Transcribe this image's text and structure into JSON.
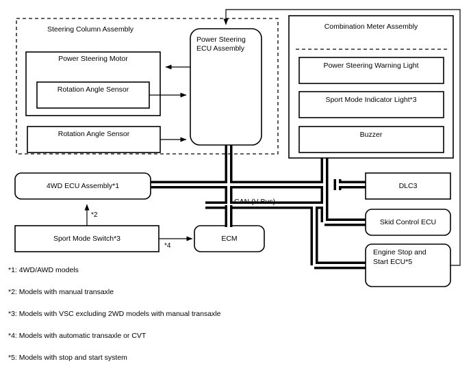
{
  "diagram": {
    "title_groups": {
      "steering_column": "Steering Column Assembly",
      "combination_meter": "Combination Meter Assembly"
    },
    "boxes": {
      "power_steering_motor": "Power Steering Motor",
      "rotation_angle_sensor_inner": "Rotation Angle Sensor",
      "rotation_angle_sensor_outer": "Rotation Angle Sensor",
      "power_steering_ecu_line1": "Power Steering",
      "power_steering_ecu_line2": "ECU Assembly",
      "power_steering_warning_light": "Power Steering Warning Light",
      "sport_mode_indicator_light": "Sport Mode Indicator Light*3",
      "buzzer": "Buzzer",
      "fourwd_ecu": "4WD ECU Assembly*1",
      "sport_mode_switch": "Sport Mode Switch*3",
      "ecm": "ECM",
      "dlc3": "DLC3",
      "skid_control_ecu": "Skid Control ECU",
      "engine_stop_start_ecu_line1": "Engine Stop and",
      "engine_stop_start_ecu_line2": "Start ECU*5"
    },
    "bus_label": "CAN (V Bus)",
    "markers": {
      "sport_to_4wd": "*2",
      "sport_to_ecm": "*4"
    },
    "notes": [
      "*1: 4WD/AWD models",
      "*2: Models with manual transaxle",
      "*3: Models with VSC excluding 2WD models with manual transaxle",
      "*4: Models with automatic transaxle or CVT",
      "*5: Models with stop and start system"
    ],
    "colors": {
      "background": "#ffffff",
      "stroke": "#000000",
      "bus_fill": "#ffffff"
    }
  }
}
